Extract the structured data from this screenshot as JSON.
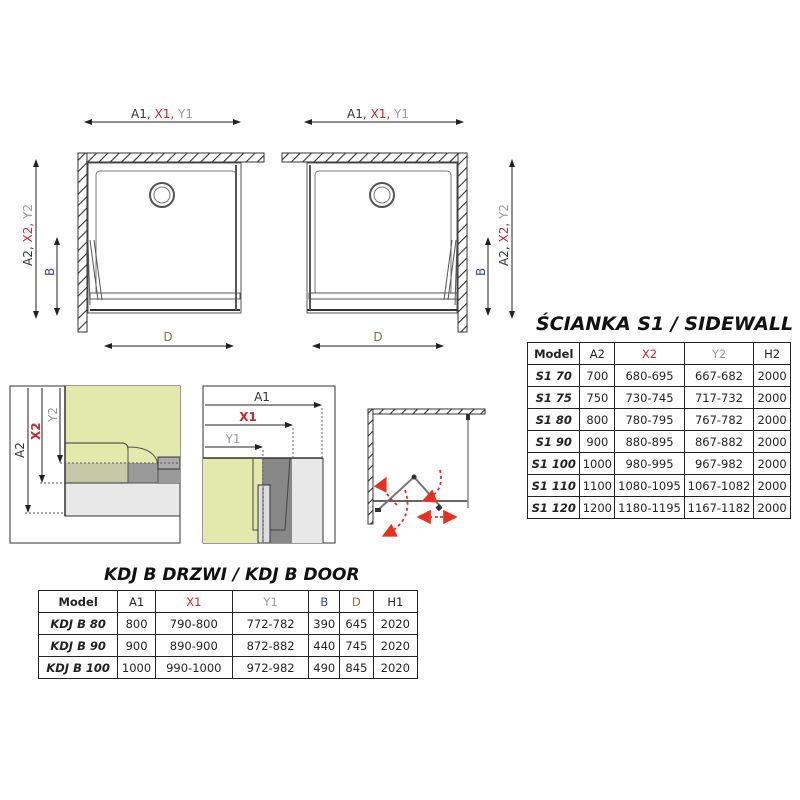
{
  "diagrams": {
    "top_left": {
      "width_label": [
        "A1",
        "X1",
        "Y1"
      ],
      "depth_label": [
        "A2",
        "X2",
        "Y2"
      ],
      "b_label": "B",
      "d_label": "D"
    },
    "top_right": {
      "width_label": [
        "A1",
        "X1",
        "Y1"
      ],
      "depth_label": [
        "A2",
        "X2",
        "Y2"
      ],
      "b_label": "B",
      "d_label": "D"
    },
    "detail_wall": {
      "labels": [
        "A2",
        "X2",
        "Y2"
      ]
    },
    "detail_door": {
      "labels": [
        "A1",
        "X1",
        "Y1"
      ]
    }
  },
  "colors": {
    "A": "#333333",
    "X": "#d0232b",
    "Y": "#999999",
    "B": "#3a4a9a",
    "D": "#9a6a3a",
    "arrow": "#e8301f",
    "green": "#e3e8ab"
  },
  "sidewall_table": {
    "title": "ŚCIANKA S1 / SIDEWALL S1",
    "headers": [
      "Model",
      "A2",
      "X2",
      "Y2",
      "H2"
    ],
    "rows": [
      [
        "S1 70",
        "700",
        "680-695",
        "667-682",
        "2000"
      ],
      [
        "S1 75",
        "750",
        "730-745",
        "717-732",
        "2000"
      ],
      [
        "S1 80",
        "800",
        "780-795",
        "767-782",
        "2000"
      ],
      [
        "S1 90",
        "900",
        "880-895",
        "867-882",
        "2000"
      ],
      [
        "S1 100",
        "1000",
        "980-995",
        "967-982",
        "2000"
      ],
      [
        "S1 110",
        "1100",
        "1080-1095",
        "1067-1082",
        "2000"
      ],
      [
        "S1 120",
        "1200",
        "1180-1195",
        "1167-1182",
        "2000"
      ]
    ]
  },
  "door_table": {
    "title": "KDJ B DRZWI / KDJ B DOOR",
    "headers": [
      "Model",
      "A1",
      "X1",
      "Y1",
      "B",
      "D",
      "H1"
    ],
    "rows": [
      [
        "KDJ B 80",
        "800",
        "790-800",
        "772-782",
        "390",
        "645",
        "2020"
      ],
      [
        "KDJ B 90",
        "900",
        "890-900",
        "872-882",
        "440",
        "745",
        "2020"
      ],
      [
        "KDJ B 100",
        "1000",
        "990-1000",
        "972-982",
        "490",
        "845",
        "2020"
      ]
    ]
  }
}
